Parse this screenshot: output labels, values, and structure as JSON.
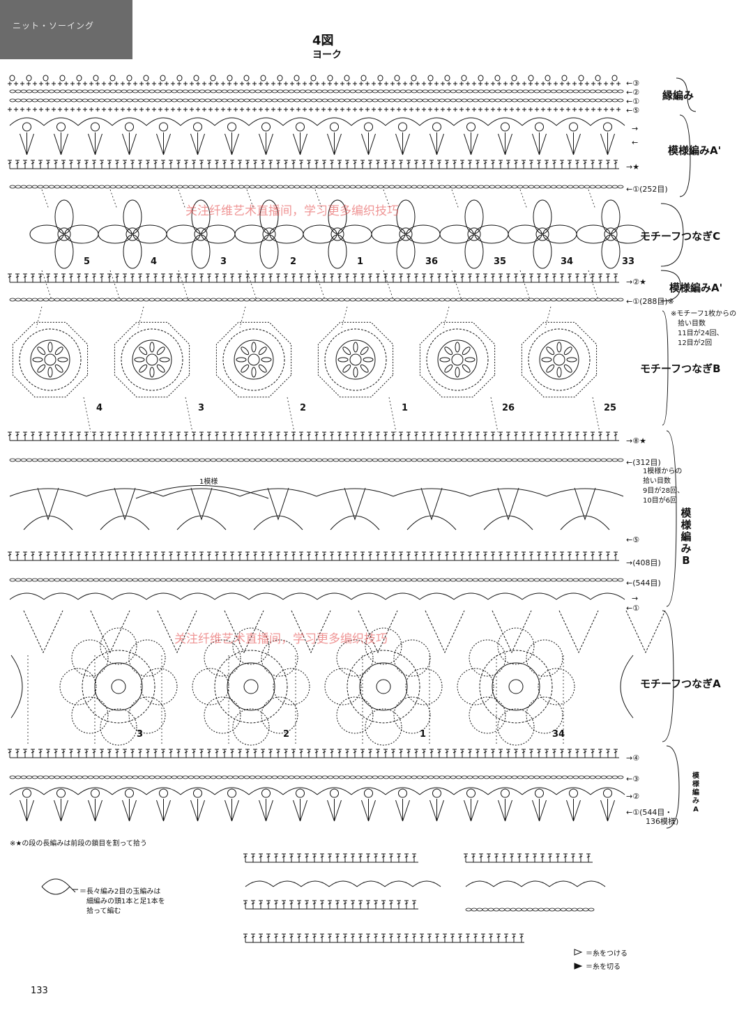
{
  "header": {
    "corner_text": "ニット・ソーイング",
    "figure": "4図",
    "subtitle": "ヨーク"
  },
  "rows_right": [
    {
      "id": "r1",
      "text": "←③"
    },
    {
      "id": "r2",
      "text": "←②"
    },
    {
      "id": "r3",
      "text": "←①"
    },
    {
      "id": "r4",
      "text": "←⑤"
    },
    {
      "id": "r5",
      "text": "→"
    },
    {
      "id": "r6",
      "text": "←"
    },
    {
      "id": "r7",
      "text": "→★"
    },
    {
      "id": "r8",
      "text": "←①(252目)"
    },
    {
      "id": "r9",
      "text": "→②★"
    },
    {
      "id": "r10",
      "text": "←①(288目)※"
    },
    {
      "id": "r11",
      "text": "→⑧★"
    },
    {
      "id": "r12",
      "text": "←(312目)"
    },
    {
      "id": "r13",
      "text": "←⑤"
    },
    {
      "id": "r14",
      "text": "→(408目)"
    },
    {
      "id": "r15",
      "text": "←(544目)"
    },
    {
      "id": "r16",
      "text": "→"
    },
    {
      "id": "r17",
      "text": "←①"
    },
    {
      "id": "r18",
      "text": "→④"
    },
    {
      "id": "r19",
      "text": "←③"
    },
    {
      "id": "r20",
      "text": "→②"
    },
    {
      "id": "r21",
      "text": "←①(544目・"
    },
    {
      "id": "r22",
      "text": "136模様)"
    }
  ],
  "sections": {
    "edging": "縁編み",
    "pattern_a_prime_top": "模様編みA'",
    "motif_c": "モチーフつなぎC",
    "pattern_a_prime_mid": "模様編みA'",
    "motif_b": "モチーフつなぎB",
    "pattern_b": "模様編みB",
    "motif_a": "モチーフつなぎA",
    "pattern_a": "模様編みA"
  },
  "notes": {
    "motif_b_note": [
      "※モチーフ1枚からの",
      "拾い目数",
      "11目が24回、",
      "12目が2回"
    ],
    "pattern_b_note": [
      "1模様からの",
      "拾い目数",
      "9目が28回、",
      "10目が6回"
    ],
    "one_repeat": "1模様",
    "star_note": "※★の段の長編みは前段の鎖目を割って拾う",
    "puff_note": [
      "＝長々編み2目の玉編みは",
      "細編みの頭1本と足1本を",
      "拾って編む"
    ],
    "join_yarn": "＝糸をつける",
    "cut_yarn": "＝糸を切る"
  },
  "motif_c_numbers": [
    "5",
    "4",
    "3",
    "2",
    "1",
    "36",
    "35",
    "34",
    "33"
  ],
  "motif_b_numbers": [
    "4",
    "3",
    "2",
    "1",
    "26",
    "25"
  ],
  "motif_a_numbers": [
    "3",
    "2",
    "1",
    "34"
  ],
  "watermarks": [
    "关注纤维艺术直播间，学习更多编织技巧",
    "关注纤维艺术直播间，学习更多编织技巧"
  ],
  "page_number": "133",
  "icons": [
    "join-yarn-triangle-icon",
    "cut-yarn-triangle-icon",
    "puff-stitch-icon"
  ]
}
